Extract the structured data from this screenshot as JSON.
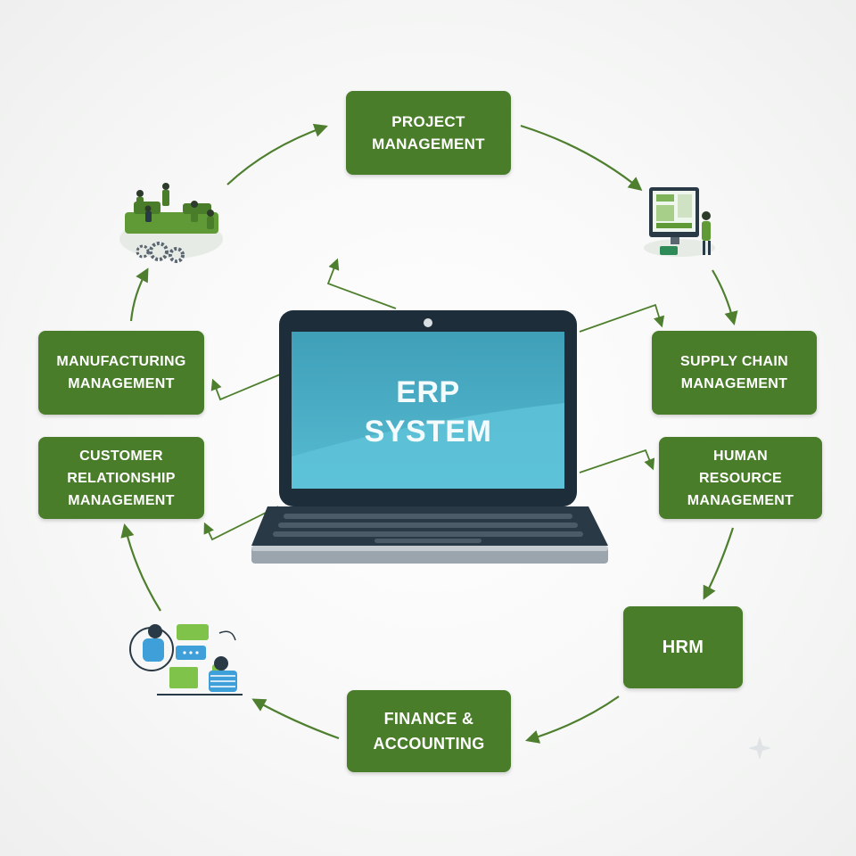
{
  "center": {
    "title": "ERP\nSYSTEM"
  },
  "modules": {
    "project": "PROJECT\nMANAGEMENT",
    "supply_chain": "SUPPLY CHAIN\nMANAGEMENT",
    "human_resource": "HUMAN\nRESOURCE\nMANAGEMENT",
    "hrm": "HRM",
    "finance": "FINANCE &\nACCOUNTING",
    "crm": "CUSTOMER\nRELATIONSHIP\nMANAGEMENT",
    "manufacturing": "MANUFACTURING\nMANAGEMENT"
  },
  "colors": {
    "module_green": "#4a7d2a",
    "arrow_green": "#4e7f2e",
    "laptop_frame": "#1e2d3a",
    "screen_blue": "#4aaec6"
  },
  "illustrations": [
    "team-gears-illustration",
    "dashboard-analyst-illustration",
    "customer-chat-illustration"
  ]
}
